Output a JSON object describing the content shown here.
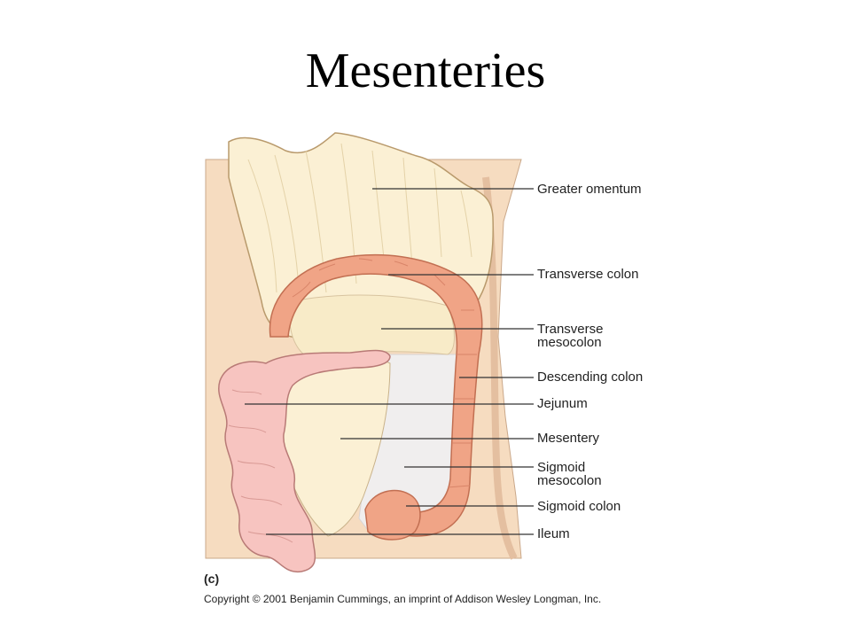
{
  "title": "Mesenteries",
  "panel_letter": "(c)",
  "copyright": "Copyright © 2001 Benjamin Cummings, an imprint of Addison Wesley Longman, Inc.",
  "labels": [
    {
      "key": "greater-omentum",
      "lines": [
        "Greater omentum"
      ]
    },
    {
      "key": "transverse-colon",
      "lines": [
        "Transverse colon"
      ]
    },
    {
      "key": "transverse-mesocolon",
      "lines": [
        "Transverse",
        "mesocolon"
      ]
    },
    {
      "key": "descending-colon",
      "lines": [
        "Descending colon"
      ]
    },
    {
      "key": "jejunum",
      "lines": [
        "Jejunum"
      ]
    },
    {
      "key": "mesentery",
      "lines": [
        "Mesentery"
      ]
    },
    {
      "key": "sigmoid-mesocolon",
      "lines": [
        "Sigmoid",
        "mesocolon"
      ]
    },
    {
      "key": "sigmoid-colon",
      "lines": [
        "Sigmoid colon"
      ]
    },
    {
      "key": "ileum",
      "lines": [
        "Ileum"
      ]
    }
  ],
  "colors": {
    "skin": "#f6dcc0",
    "omentum": "#fbf0d4",
    "colon": "#f0a486",
    "small_intestine": "#f7c4c0",
    "leader_line": "#333333"
  }
}
